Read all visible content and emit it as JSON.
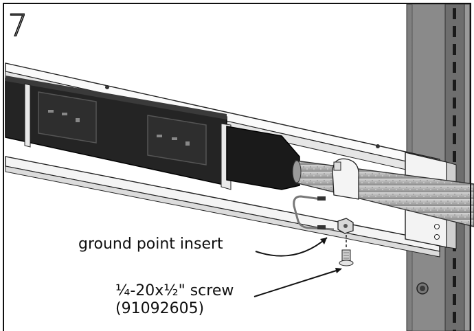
{
  "step_number": "7",
  "callouts": {
    "ground_insert": "ground point insert",
    "screw_line1": "¼-20x½\" screw",
    "screw_line2": "(91092605)"
  },
  "colors": {
    "frame": "#111111",
    "rail": "#f2f2f2",
    "pdu_body": "#1e1e1e",
    "rack_post": "#8e8e8e",
    "conduit": "#b9b9b9"
  }
}
